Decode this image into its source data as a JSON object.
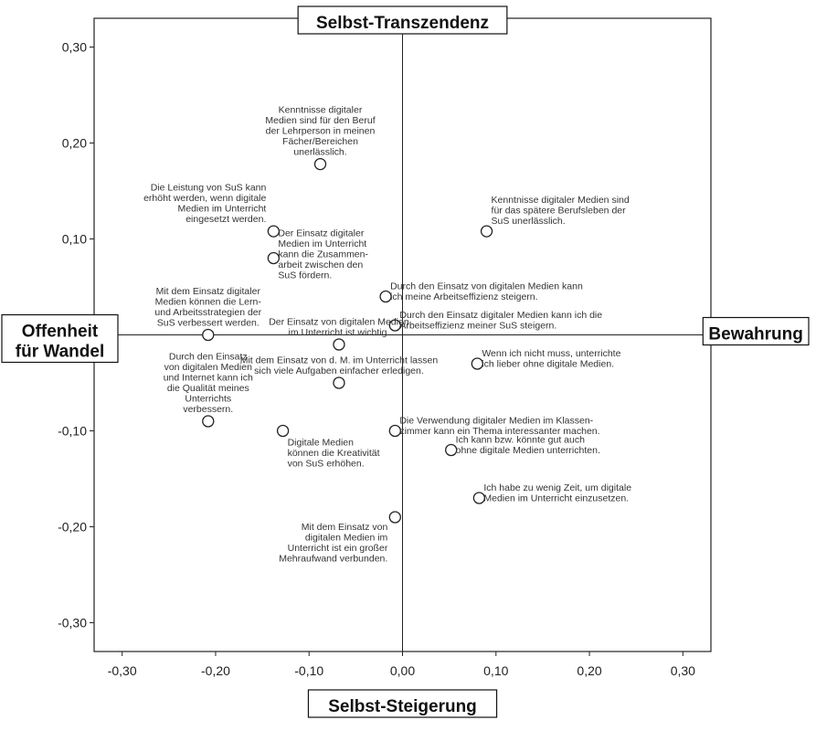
{
  "chart_data": {
    "type": "scatter",
    "xlim": [
      -0.33,
      0.33
    ],
    "ylim": [
      -0.33,
      0.33
    ],
    "x_ticks": [
      -0.3,
      -0.2,
      -0.1,
      0.0,
      0.1,
      0.2,
      0.3
    ],
    "y_ticks": [
      -0.3,
      -0.2,
      -0.1,
      0.1,
      0.2,
      0.3
    ],
    "x_tick_labels": [
      "-0,30",
      "-0,20",
      "-0,10",
      "0,00",
      "0,10",
      "0,20",
      "0,30"
    ],
    "y_tick_labels": [
      "-0,30",
      "-0,20",
      "-0,10",
      "0,10",
      "0,20",
      "0,30"
    ],
    "grid": false,
    "axis_labels": {
      "top": "Selbst-Transzendenz",
      "bottom": "Selbst-Steigerung",
      "left": [
        "Offenheit",
        "für Wandel"
      ],
      "right": "Bewahrung"
    },
    "points": [
      {
        "x": -0.088,
        "y": 0.178,
        "anchor": "middle",
        "label": [
          "Kenntnisse digitaler",
          "Medien sind für den Beruf",
          "der Lehrperson in meinen",
          "Fächer/Bereichen",
          "unerlässlich."
        ]
      },
      {
        "x": 0.09,
        "y": 0.108,
        "anchor": "start",
        "label": [
          "Kenntnisse digitaler Medien sind",
          "für das spätere Berufsleben der",
          "SuS unerlässlich."
        ]
      },
      {
        "x": -0.138,
        "y": 0.108,
        "anchor": "end",
        "label": [
          "Die Leistung von SuS kann",
          "erhöht werden, wenn digitale",
          "Medien im Unterricht",
          "eingesetzt werden."
        ]
      },
      {
        "x": -0.138,
        "y": 0.08,
        "anchor": "start",
        "label": [
          "Der Einsatz digitaler",
          "Medien im Unterricht",
          "kann die Zusammen-",
          "arbeit zwischen den",
          "SuS fördern."
        ]
      },
      {
        "x": -0.018,
        "y": 0.04,
        "anchor": "start",
        "label": [
          "Durch den Einsatz von digitalen Medien kann",
          "ich meine Arbeitseffizienz steigern."
        ]
      },
      {
        "x": -0.008,
        "y": 0.01,
        "anchor": "start",
        "label": [
          "Durch den Einsatz digitaler Medien kann ich die",
          "Arbeitseffizienz meiner SuS steigern."
        ]
      },
      {
        "x": -0.208,
        "y": 0.0,
        "anchor": "middle",
        "label": [
          "Mit dem Einsatz digitaler",
          "Medien können die Lern-",
          "und Arbeitsstrategien der",
          "SuS verbessert werden."
        ]
      },
      {
        "x": -0.068,
        "y": -0.01,
        "anchor": "middle",
        "label": [
          "Der Einsatz von digitalen Medien",
          "im Unterricht ist wichtig."
        ]
      },
      {
        "x": 0.08,
        "y": -0.03,
        "anchor": "start",
        "label": [
          "Wenn ich nicht muss, unterrichte",
          "ich lieber ohne digitale Medien."
        ]
      },
      {
        "x": -0.068,
        "y": -0.05,
        "anchor": "middle",
        "label": [
          "Mit dem Einsatz von d. M. im Unterricht lassen",
          "sich viele Aufgaben einfacher erledigen."
        ]
      },
      {
        "x": -0.208,
        "y": -0.09,
        "anchor": "middle",
        "label": [
          "Durch den Einsatz",
          "von digitalen Medien",
          "und Internet kann ich",
          "die Qualität meines",
          "Unterrichts",
          "verbessern."
        ]
      },
      {
        "x": -0.128,
        "y": -0.1,
        "anchor": "start",
        "label": [
          "Digitale Medien",
          "können die Kreativität",
          "von SuS erhöhen."
        ]
      },
      {
        "x": -0.008,
        "y": -0.1,
        "anchor": "start",
        "label": [
          "Die Verwendung digitaler Medien im Klassen-",
          "zimmer kann ein Thema interessanter machen."
        ]
      },
      {
        "x": 0.052,
        "y": -0.12,
        "anchor": "start",
        "label": [
          "Ich kann bzw. könnte gut auch",
          "ohne digitale Medien unterrichten."
        ]
      },
      {
        "x": 0.082,
        "y": -0.17,
        "anchor": "start",
        "label": [
          "Ich habe zu wenig Zeit, um digitale",
          "Medien im Unterricht einzusetzen."
        ]
      },
      {
        "x": -0.008,
        "y": -0.19,
        "anchor": "end",
        "label": [
          "Mit dem Einsatz von",
          "digitalen Medien im",
          "Unterricht ist ein großer",
          "Mehraufwand verbunden."
        ]
      }
    ]
  }
}
